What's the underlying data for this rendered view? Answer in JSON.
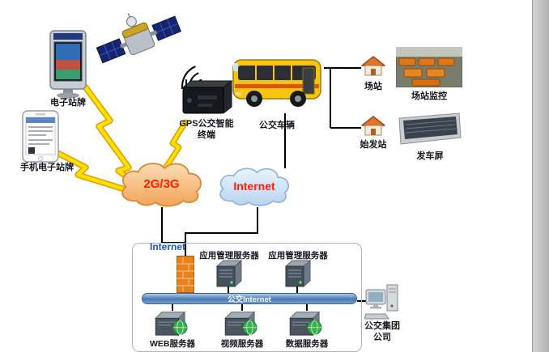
{
  "nodes": {
    "eboard": {
      "label": "电子站牌"
    },
    "phone": {
      "label": "手机电子站牌"
    },
    "gps": {
      "label1": "GPS公交智能",
      "label2": "终端"
    },
    "bus": {
      "label": "公交车辆"
    },
    "depot": {
      "label": "场站"
    },
    "depot_monitor": {
      "label": "场站监控"
    },
    "origin": {
      "label": "始发站"
    },
    "departure_screen": {
      "label": "发车屏"
    },
    "company": {
      "label1": "公交集团",
      "label2": "公司"
    }
  },
  "clouds": {
    "mobile": {
      "label": "2G/3G"
    },
    "internet": {
      "label": "Internet"
    }
  },
  "datacenter": {
    "entry_label": "Internet",
    "app_server_left": "应用管理服务器",
    "app_server_right": "应用管理服务器",
    "backbone": "公交Internet",
    "web_server": "WEB服务器",
    "video_server": "视频服务器",
    "data_server": "数据服务器"
  },
  "colors": {
    "cloud_text_red": "#ff1e00",
    "entry_label_blue": "#1b55c8",
    "cloud_mobile_fill": "#f2a558",
    "cloud_internet_fill": "#b9d4f0",
    "lightning_yellow": "#ffe100",
    "backbone_blue": "#4a7ab0",
    "bus_yellow": "#f5c513",
    "firewall_orange": "#e8821e"
  }
}
